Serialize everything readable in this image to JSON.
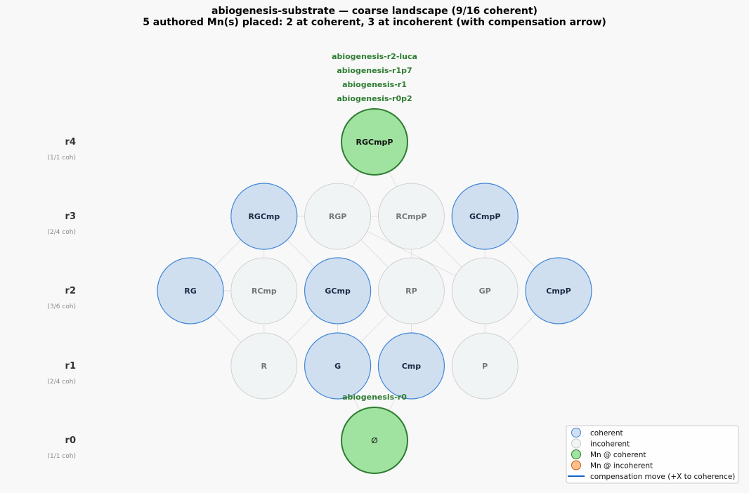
{
  "title": {
    "line1": "abiogenesis-substrate — coarse landscape  (9/16 coherent)",
    "line2": "5 authored Mn(s) placed: 2 at coherent, 3 at incoherent (with compensation arrow)"
  },
  "colors": {
    "coherent_fill": "#d0dff0",
    "coherent_stroke": "#3f86d6",
    "incoherent_fill": "#f0f4f4",
    "incoherent_stroke": "#c8c8c8",
    "mn_coherent_fill": "#a0e3a0",
    "mn_coherent_stroke": "#2e7d32",
    "mn_incoherent_fill": "#ffc08c",
    "mn_incoherent_stroke": "#b85c1c",
    "compensation": "#1565c0"
  },
  "rows": [
    {
      "rank": 4,
      "label": "r4",
      "count": "(1/1 coh)",
      "nodes": [
        {
          "label": "RGCmpP",
          "state": "mn_coherent"
        }
      ]
    },
    {
      "rank": 3,
      "label": "r3",
      "count": "(2/4 coh)",
      "nodes": [
        {
          "label": "RGCmp",
          "state": "coherent"
        },
        {
          "label": "RGP",
          "state": "incoherent"
        },
        {
          "label": "RCmpP",
          "state": "incoherent"
        },
        {
          "label": "GCmpP",
          "state": "coherent"
        }
      ]
    },
    {
      "rank": 2,
      "label": "r2",
      "count": "(3/6 coh)",
      "nodes": [
        {
          "label": "RG",
          "state": "coherent"
        },
        {
          "label": "RCmp",
          "state": "incoherent"
        },
        {
          "label": "GCmp",
          "state": "coherent"
        },
        {
          "label": "RP",
          "state": "incoherent"
        },
        {
          "label": "GP",
          "state": "incoherent"
        },
        {
          "label": "CmpP",
          "state": "coherent"
        }
      ]
    },
    {
      "rank": 1,
      "label": "r1",
      "count": "(2/4 coh)",
      "nodes": [
        {
          "label": "R",
          "state": "incoherent"
        },
        {
          "label": "G",
          "state": "coherent"
        },
        {
          "label": "Cmp",
          "state": "coherent"
        },
        {
          "label": "P",
          "state": "incoherent"
        }
      ]
    },
    {
      "rank": 0,
      "label": "r0",
      "count": "(1/1 coh)",
      "nodes": [
        {
          "label": "∅",
          "state": "mn_coherent"
        }
      ]
    }
  ],
  "mn_placements": [
    {
      "node": "RGCmpP",
      "labels": [
        "abiogenesis-r2-luca",
        "abiogenesis-r1p7",
        "abiogenesis-r1",
        "abiogenesis-r0p2"
      ]
    },
    {
      "node": "∅",
      "labels": [
        "abiogenesis-r0"
      ]
    }
  ],
  "edges": [
    [
      "RG",
      "RCmp"
    ],
    [
      "RG",
      "RGCmp"
    ],
    [
      "RCmp",
      "RGCmp"
    ],
    [
      "RGCmp",
      "GCmp"
    ],
    [
      "RG",
      "R"
    ],
    [
      "RCmp",
      "R"
    ],
    [
      "R",
      "GCmp"
    ],
    [
      "G",
      "RP"
    ],
    [
      "GCmp",
      "G"
    ],
    [
      "RP",
      "Cmp"
    ],
    [
      "RGP",
      "RP"
    ],
    [
      "RCmpP",
      "RP"
    ],
    [
      "RGP",
      "GP"
    ],
    [
      "RCmpP",
      "GP"
    ],
    [
      "RGP",
      "RGCmpP"
    ],
    [
      "RCmpP",
      "RGCmpP"
    ],
    [
      "GCmpP",
      "GP"
    ],
    [
      "GCmpP",
      "CmpP"
    ],
    [
      "GP",
      "P"
    ],
    [
      "CmpP",
      "P"
    ],
    [
      "Cmp",
      "∅"
    ],
    [
      "G",
      "∅"
    ],
    [
      "RCmpP",
      "RGCmp"
    ]
  ],
  "legend": [
    {
      "key": "coherent",
      "label": "coherent"
    },
    {
      "key": "incoherent",
      "label": "incoherent"
    },
    {
      "key": "mn_coherent",
      "label": "Mn @ coherent"
    },
    {
      "key": "mn_incoherent",
      "label": "Mn @ incoherent"
    },
    {
      "key": "compensation",
      "label": "compensation move (+X to coherence)"
    }
  ]
}
